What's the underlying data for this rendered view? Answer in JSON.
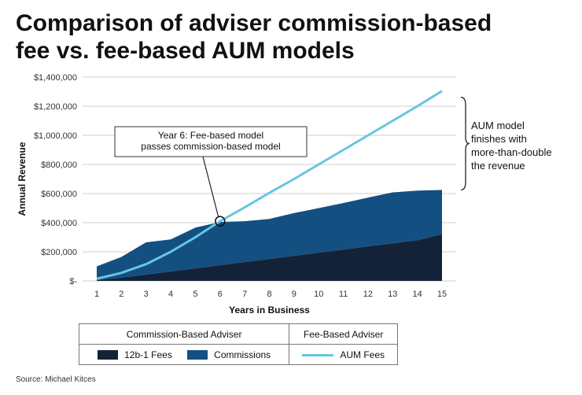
{
  "title": "Comparison of adviser commission-based\nfee vs. fee-based AUM models",
  "source": "Source: Michael Kitces",
  "chart_data": {
    "type": "area",
    "xlabel": "Years in Business",
    "ylabel": "Annual Revenue",
    "x": [
      1,
      2,
      3,
      4,
      5,
      6,
      7,
      8,
      9,
      10,
      11,
      12,
      13,
      14,
      15
    ],
    "ylim": [
      0,
      1400000
    ],
    "yticks": [
      0,
      200000,
      400000,
      600000,
      800000,
      1000000,
      1200000,
      1400000
    ],
    "ytick_labels": [
      "$-",
      "$200,000",
      "$400,000",
      "$600,000",
      "$800,000",
      "$1,000,000",
      "$1,200,000",
      "$1,400,000"
    ],
    "grid": true,
    "series": [
      {
        "name": "12b-1 Fees",
        "kind": "area",
        "stack": "commission",
        "color": "#142238",
        "values": [
          5000,
          22000,
          43000,
          65000,
          86000,
          108000,
          129000,
          151000,
          172000,
          194000,
          215000,
          237000,
          258000,
          280000,
          320000
        ]
      },
      {
        "name": "Commissions",
        "kind": "area",
        "stack": "commission",
        "color": "#144f82",
        "values": [
          95000,
          143000,
          222000,
          220000,
          280000,
          297000,
          281000,
          275000,
          294000,
          306000,
          320000,
          335000,
          350000,
          340000,
          305000
        ]
      },
      {
        "name": "AUM Fees",
        "kind": "line",
        "color": "#67c6e2",
        "values": [
          15000,
          55000,
          115000,
          200000,
          300000,
          410000,
          505000,
          605000,
          700000,
          800000,
          900000,
          1000000,
          1100000,
          1200000,
          1305000
        ]
      }
    ],
    "annotations": [
      {
        "text": "Year 6: Fee-based model\npasses commission-based model",
        "x": 6,
        "y": 410000
      },
      {
        "text": "AUM model\nfinishes with\nmore-than-double\nthe revenue"
      }
    ]
  },
  "legend": {
    "groups": [
      {
        "label": "Commission-Based Adviser",
        "items": [
          "12b-1 Fees",
          "Commissions"
        ]
      },
      {
        "label": "Fee-Based Adviser",
        "items": [
          "AUM Fees"
        ]
      }
    ]
  }
}
